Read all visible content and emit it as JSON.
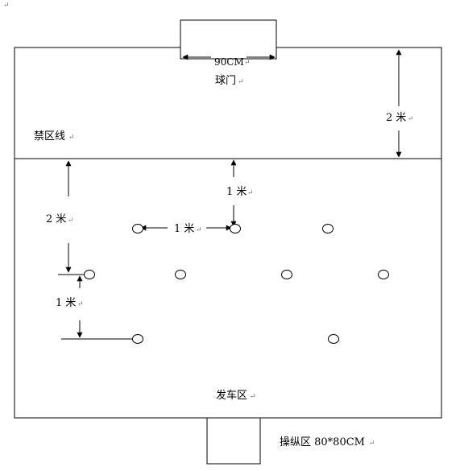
{
  "labels": {
    "goal_width": "90CM",
    "goal": "球门",
    "restricted_line": "禁区线",
    "dist_2m_right": "2 米",
    "dist_1m_top": "1 米",
    "dist_1m_between": "1 米",
    "dist_2m_left": "2 米",
    "dist_1m_left": "1 米",
    "launch_zone": "发车区",
    "control_zone": "操纵区 80*80CM"
  },
  "return_mark": "↵",
  "colors": {
    "line": "#000000",
    "background": "#ffffff"
  }
}
